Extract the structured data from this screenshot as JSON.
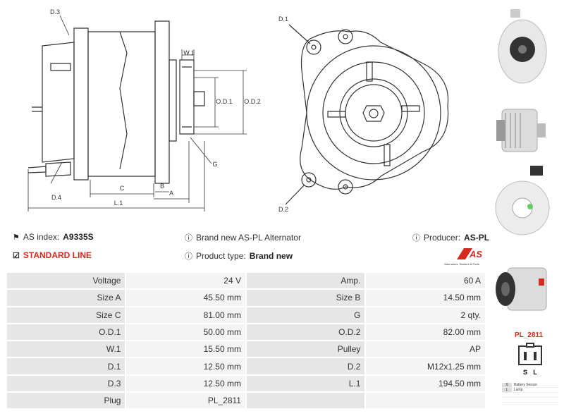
{
  "drawing_labels": {
    "d3": "D.3",
    "d1": "D.1",
    "d2": "D.2",
    "d4": "D.4",
    "w1": "W.1",
    "od1": "O.D.1",
    "od2": "O.D.2",
    "g": "G",
    "c": "C",
    "b": "B",
    "a": "A",
    "l1": "L.1"
  },
  "info": {
    "as_index_label": "AS index:",
    "as_index_value": "A9335S",
    "line_label": "STANDARD LINE",
    "brand_text": "Brand new AS-PL Alternator",
    "product_type_label": "Product type:",
    "product_type_value": "Brand new",
    "producer_label": "Producer:",
    "producer_value": "AS-PL",
    "logo_text": "AS",
    "logo_sub": "Alternators, Starters & Parts"
  },
  "specs": [
    {
      "l1": "Voltage",
      "v1": "24 V",
      "l2": "Amp.",
      "v2": "60 A"
    },
    {
      "l1": "Size A",
      "v1": "45.50 mm",
      "l2": "Size B",
      "v2": "14.50 mm"
    },
    {
      "l1": "Size C",
      "v1": "81.00 mm",
      "l2": "G",
      "v2": "2 qty."
    },
    {
      "l1": "O.D.1",
      "v1": "50.00 mm",
      "l2": "O.D.2",
      "v2": "82.00 mm"
    },
    {
      "l1": "W.1",
      "v1": "15.50 mm",
      "l2": "Pulley",
      "v2": "AP"
    },
    {
      "l1": "D.1",
      "v1": "12.50 mm",
      "l2": "D.2",
      "v2": "M12x1.25 mm"
    },
    {
      "l1": "D.3",
      "v1": "12.50 mm",
      "l2": "L.1",
      "v2": "194.50 mm"
    },
    {
      "l1": "Plug",
      "v1": "PL_2811",
      "l2": "",
      "v2": ""
    }
  ],
  "plug": {
    "name": "PL_2811",
    "pin_s": "S",
    "pin_l": "L",
    "legend": [
      {
        "code": "S",
        "desc": "Battery Sensor"
      },
      {
        "code": "L",
        "desc": "Lamp"
      }
    ]
  }
}
